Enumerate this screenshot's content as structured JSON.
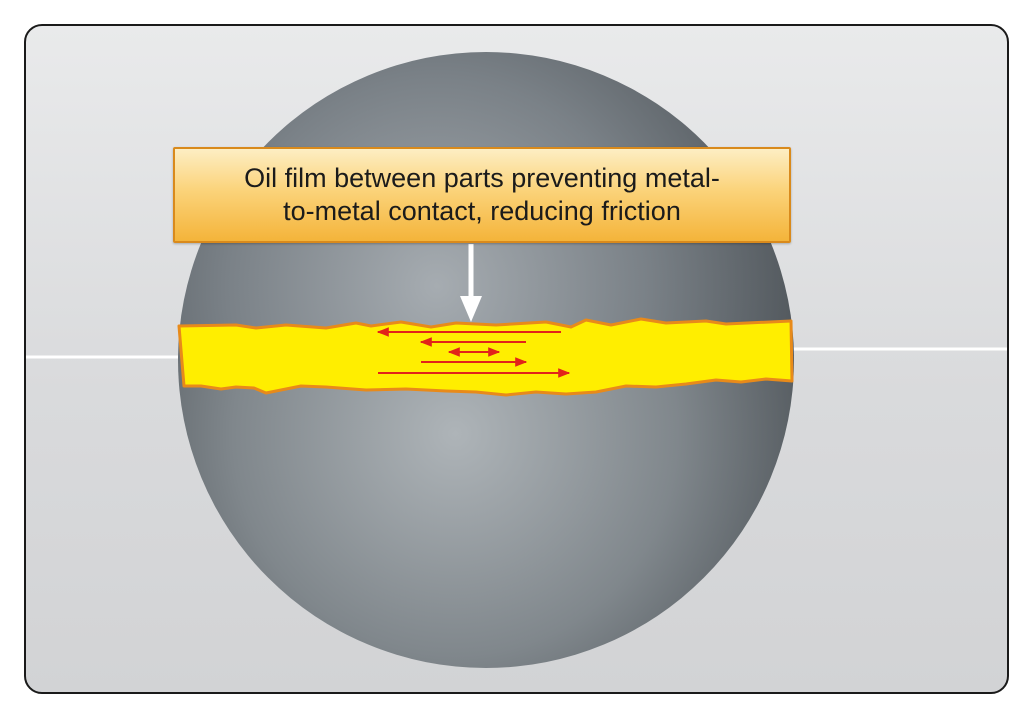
{
  "callout": {
    "text": "Oil film between parts preventing metal-\nto-metal contact, reducing friction"
  },
  "colors": {
    "background": "#dfe0e2",
    "sphere": "#6e757b",
    "oil_film": "#ffee00",
    "oil_film_edge": "#e88a1a",
    "flow_arrows": "#e2231a",
    "pointer_arrow": "#ffffff",
    "callout_fill": "#fbc65a",
    "callout_border": "#d98a1c"
  },
  "icons": {
    "flow": "double-headed-red-arrows",
    "pointer": "white-down-arrow"
  }
}
